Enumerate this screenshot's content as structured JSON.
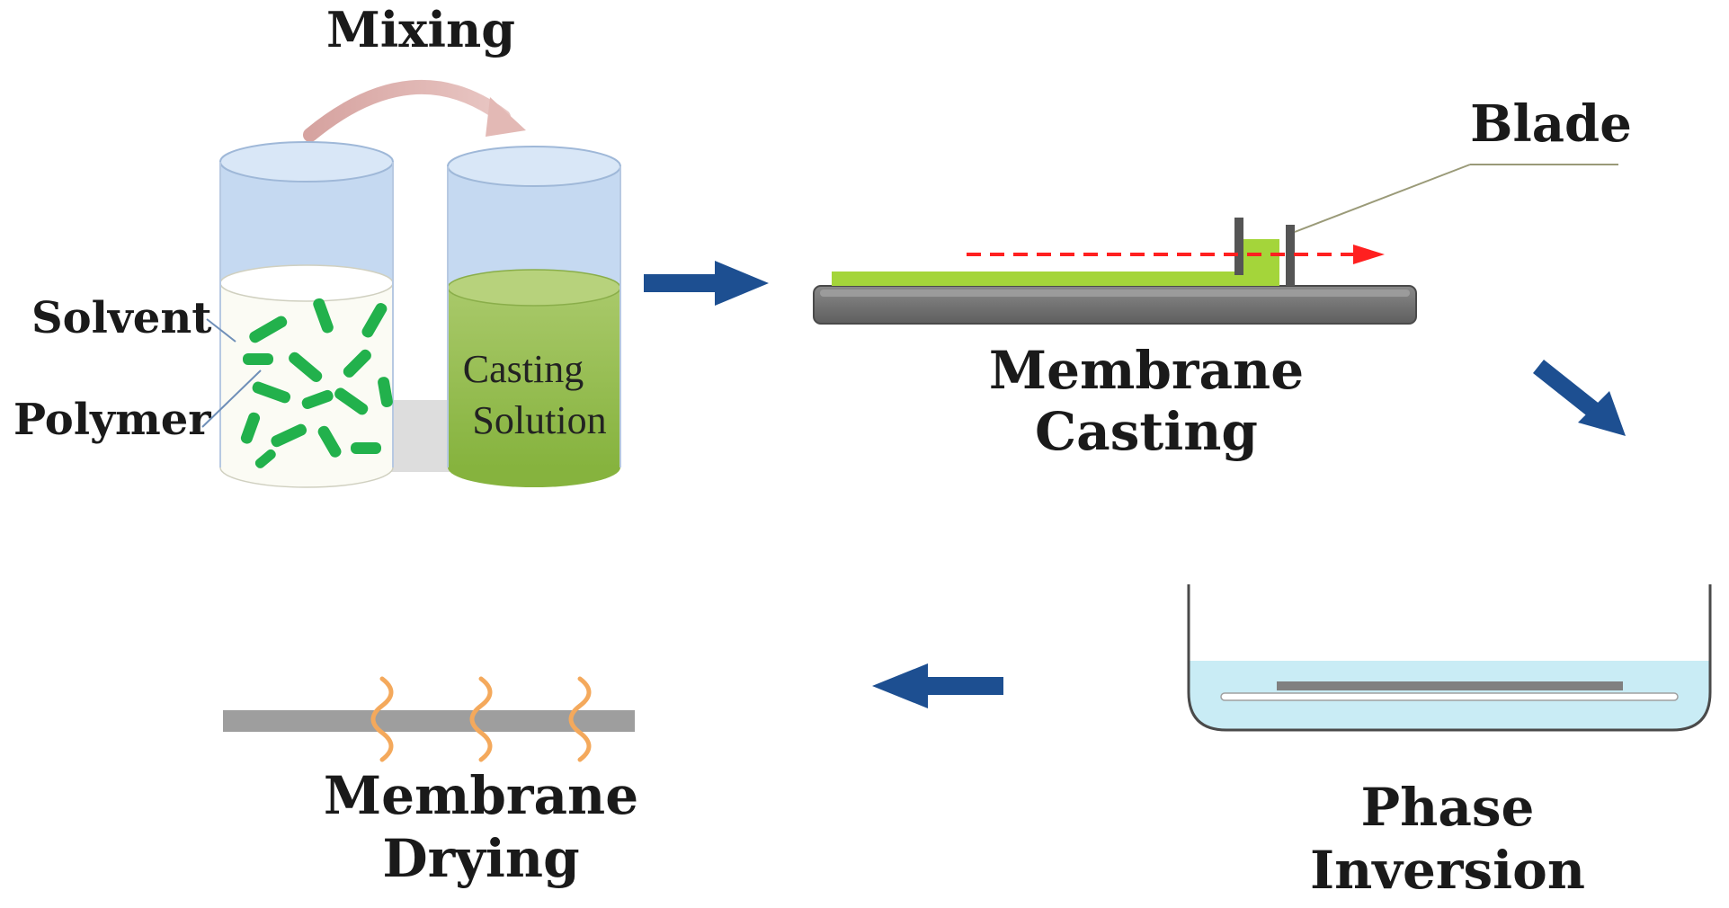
{
  "labels": {
    "mixing": "Mixing",
    "solvent": "Solvent",
    "polymer": "Polymer",
    "casting_solution_line1": "Casting",
    "casting_solution_line2": "Solution",
    "blade": "Blade",
    "membrane_casting_line1": "Membrane",
    "membrane_casting_line2": "Casting",
    "phase_inversion_line1": "Phase",
    "phase_inversion_line2": "Inversion",
    "membrane_drying_line1": "Membrane",
    "membrane_drying_line2": "Drying"
  },
  "colors": {
    "arrow_blue": "#1d4f91",
    "polymer_green": "#22b14c",
    "casting_green": "#8fbc45",
    "film_green": "#a4d53a",
    "glass_blue": "#c5d9f1",
    "water_blue": "#c9ecf5",
    "plate_gray": "#7a7a7a",
    "heat_orange": "#f4a95c",
    "guide_red": "#ff2020",
    "mixing_arrow": "#d9a8a4"
  }
}
